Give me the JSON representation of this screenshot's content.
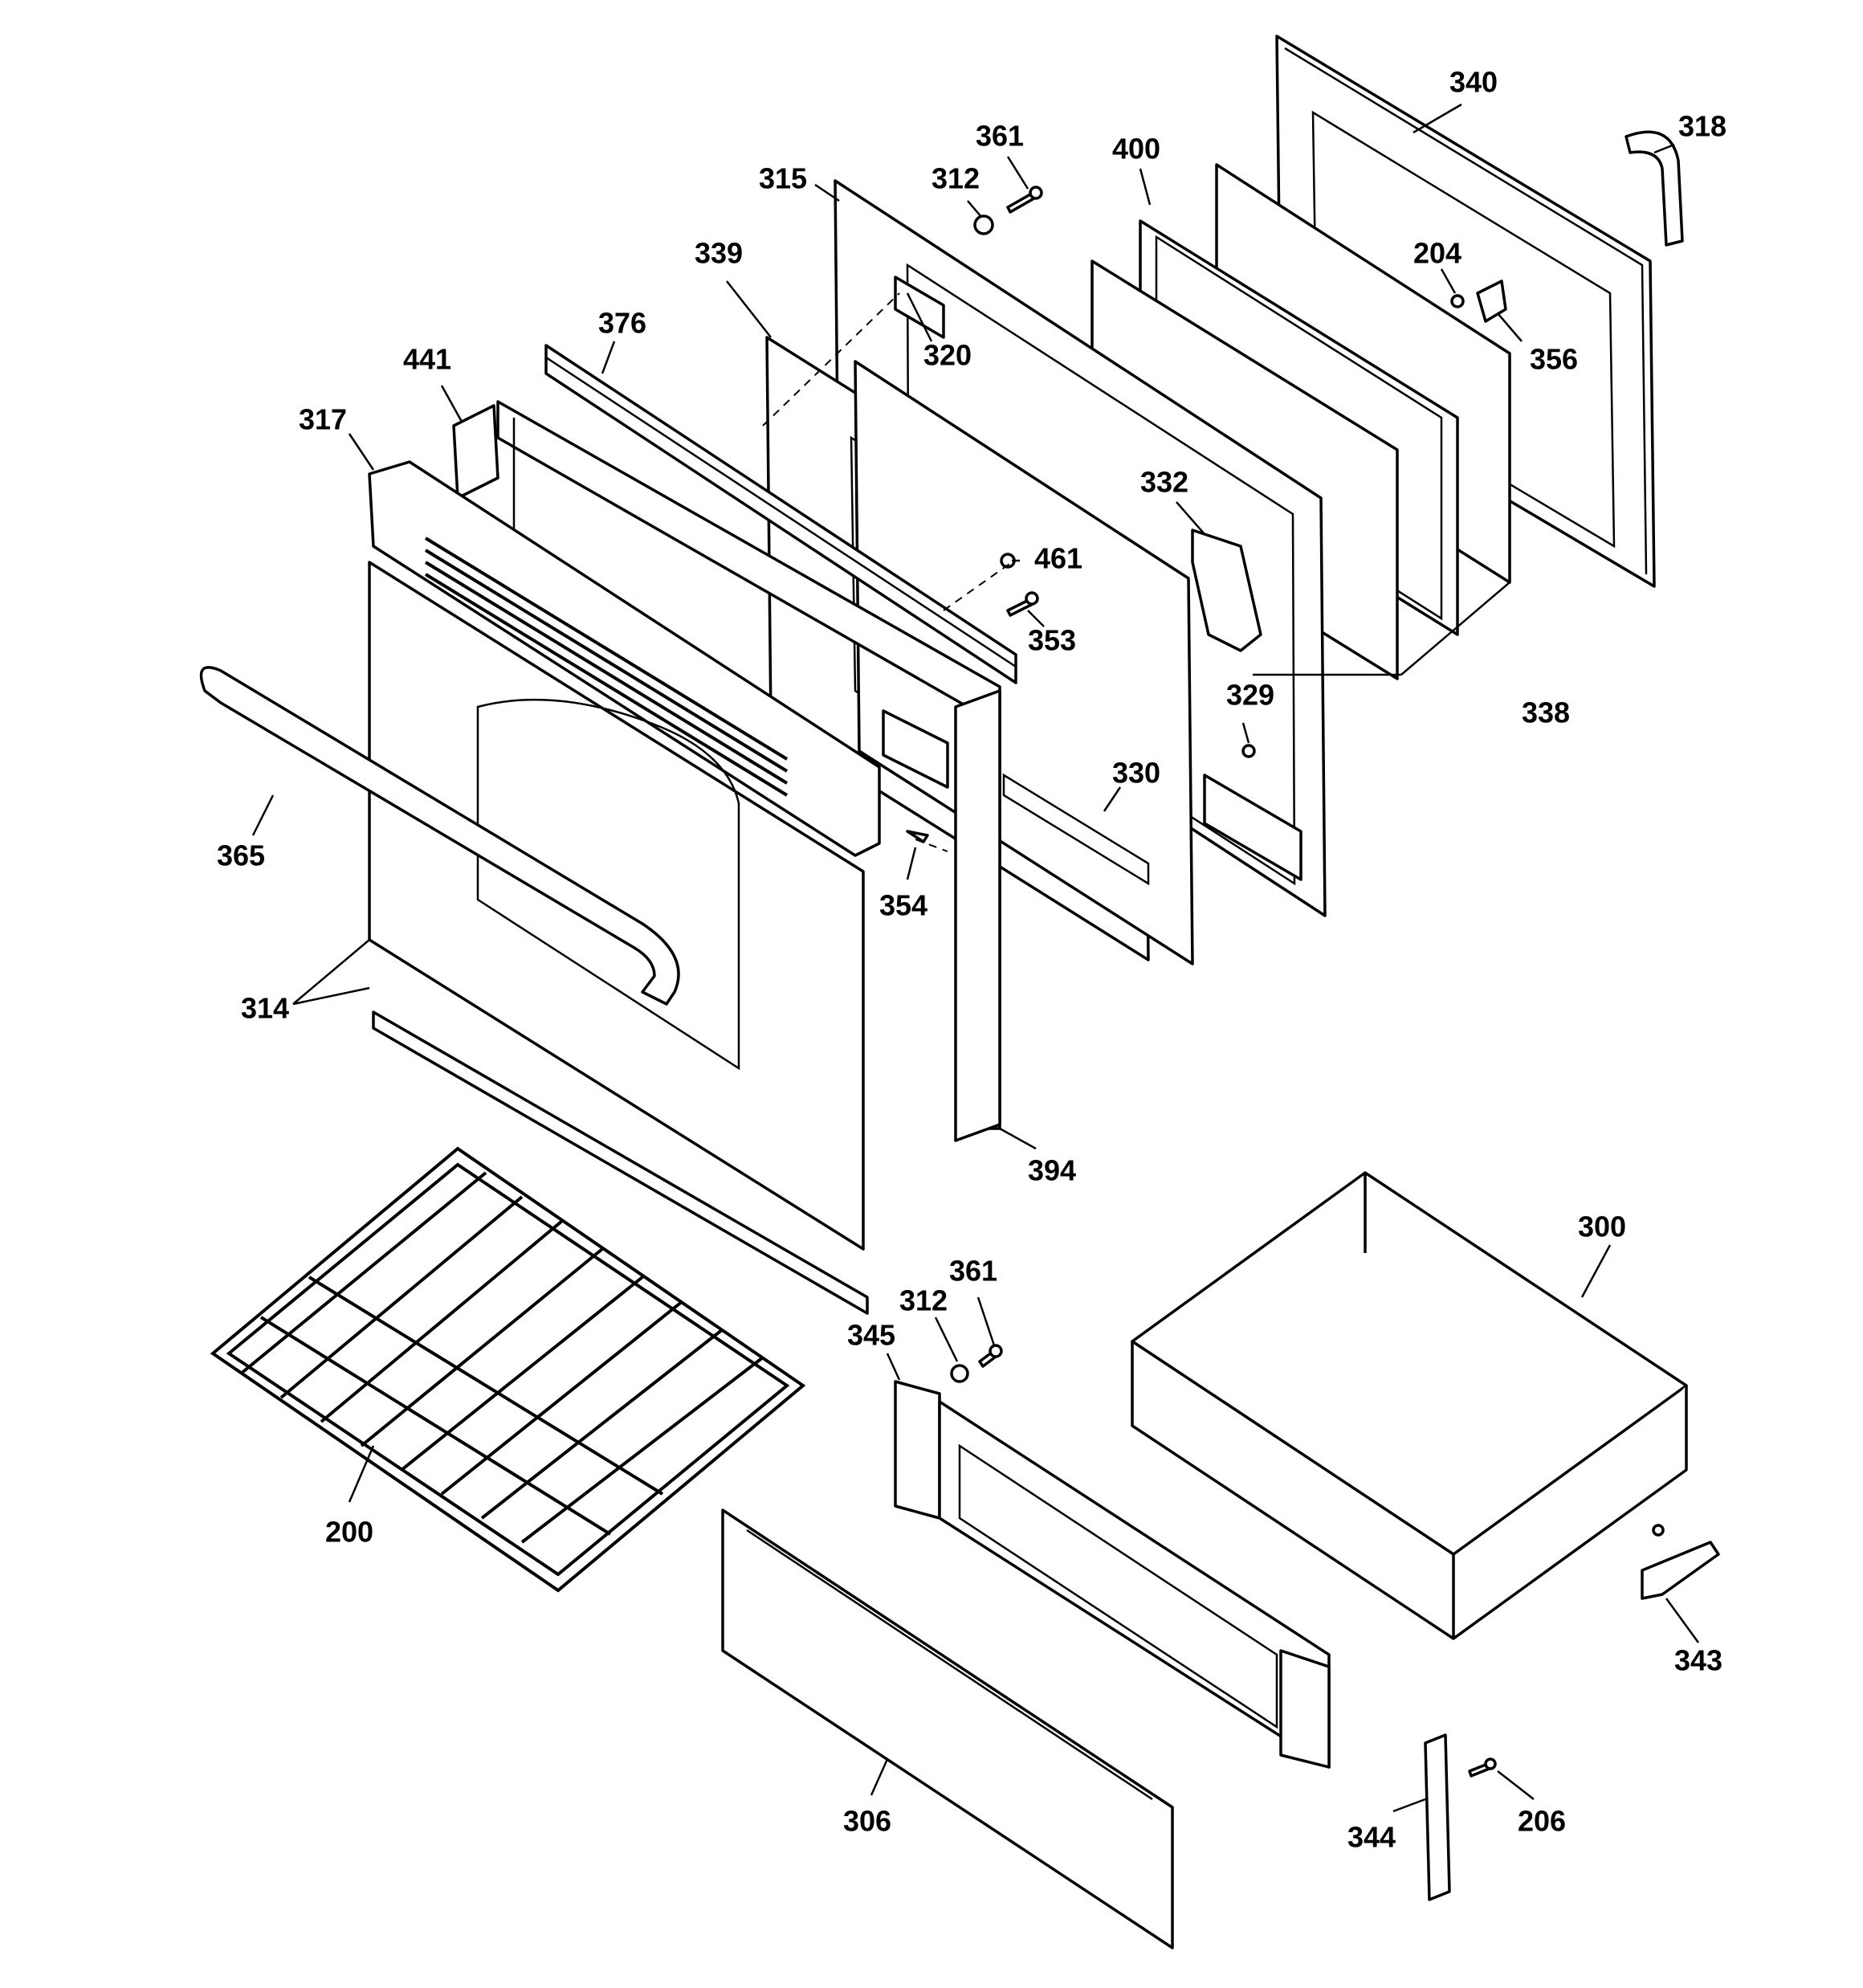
{
  "diagram": {
    "labels": {
      "p340": "340",
      "p318": "318",
      "p361_top": "361",
      "p312_top": "312",
      "p315": "315",
      "p400": "400",
      "p339": "339",
      "p204": "204",
      "p320": "320",
      "p356": "356",
      "p376": "376",
      "p441": "441",
      "p317": "317",
      "p332": "332",
      "p461": "461",
      "p353": "353",
      "p329": "329",
      "p338": "338",
      "p330": "330",
      "p365": "365",
      "p354": "354",
      "p314": "314",
      "p394": "394",
      "p300": "300",
      "p361_bottom": "361",
      "p312_bottom": "312",
      "p345": "345",
      "p200": "200",
      "p343": "343",
      "p306": "306",
      "p344": "344",
      "p206": "206"
    }
  }
}
